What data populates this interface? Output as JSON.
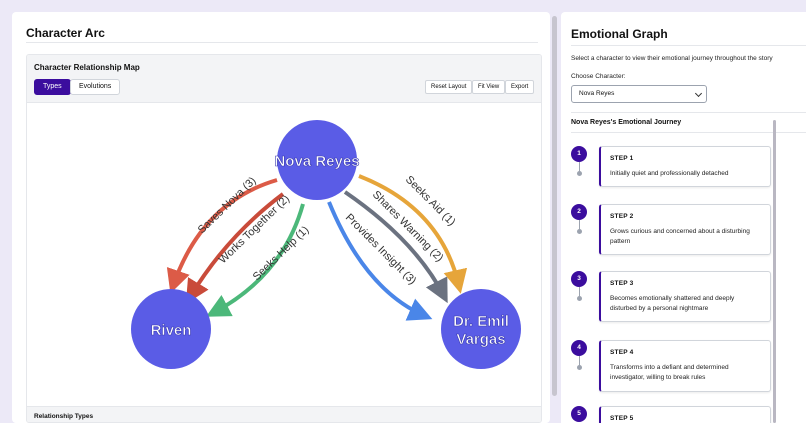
{
  "left": {
    "title": "Character Arc",
    "map_title": "Character Relationship Map",
    "tabs": [
      "Types",
      "Evolutions"
    ],
    "buttons": {
      "reset": "Reset Layout",
      "fit": "Fit View",
      "export": "Export"
    },
    "footer": "Relationship Types"
  },
  "graph": {
    "nodes": [
      {
        "id": "nova",
        "label": "Nova Reyes"
      },
      {
        "id": "riven",
        "label": "Riven"
      },
      {
        "id": "emil",
        "label_lines": [
          "Dr. Emil",
          "Vargas"
        ]
      }
    ],
    "edges": [
      {
        "label": "Saves Nova (3)",
        "color": "#dc5b47"
      },
      {
        "label": "Works Together (2)",
        "color": "#c94b3a"
      },
      {
        "label": "Seeks Help (1)",
        "color": "#4cb87a"
      },
      {
        "label": "Provides Insight (3)",
        "color": "#4a86e8"
      },
      {
        "label": "Shares Warning (2)",
        "color": "#6b7280"
      },
      {
        "label": "Seeks Aid (1)",
        "color": "#e6a53a"
      }
    ],
    "node_color": "#5a5ce6"
  },
  "right": {
    "title": "Emotional Graph",
    "description": "Select a character to view their emotional journey throughout the story",
    "choose_label": "Choose Character:",
    "selected_character": "Nova Reyes",
    "journey_title": "Nova Reyes's Emotional Journey",
    "steps": [
      {
        "num": "1",
        "name": "STEP 1",
        "text": "Initially quiet and professionally detached"
      },
      {
        "num": "2",
        "name": "STEP 2",
        "text": "Grows curious and concerned about a disturbing pattern"
      },
      {
        "num": "3",
        "name": "STEP 3",
        "text": "Becomes emotionally shattered and deeply disturbed by a personal nightmare"
      },
      {
        "num": "4",
        "name": "STEP 4",
        "text": "Transforms into a defiant and determined investigator, willing to break rules"
      },
      {
        "num": "5",
        "name": "STEP 5",
        "text": ""
      }
    ]
  },
  "accent": "#3b0d9e"
}
